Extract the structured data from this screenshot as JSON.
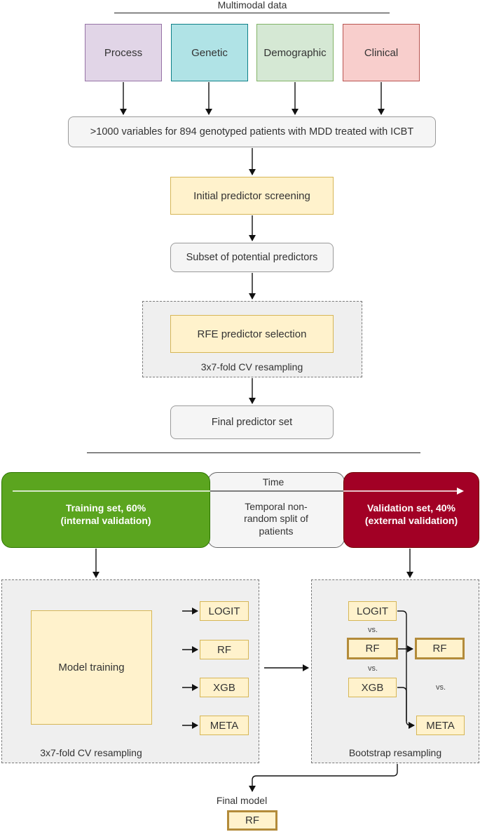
{
  "header": {
    "title": "Multimodal data"
  },
  "sources": [
    {
      "label": "Process",
      "fill": "#e1d5e7",
      "stroke": "#9673a6"
    },
    {
      "label": "Genetic",
      "fill": "#b0e3e6",
      "stroke": "#0e8088"
    },
    {
      "label": "Demographic",
      "fill": "#d5e8d4",
      "stroke": "#82b366"
    },
    {
      "label": "Clinical",
      "fill": "#f8cecc",
      "stroke": "#b85450"
    }
  ],
  "pipeline": {
    "variables": ">1000 variables for 894 genotyped patients with MDD treated with ICBT",
    "screening": "Initial predictor screening",
    "subset": "Subset of potential predictors",
    "rfe": "RFE predictor selection",
    "rfe_resampling": "3x7-fold CV resampling",
    "final_set": "Final predictor set"
  },
  "split": {
    "time_label": "Time",
    "training": "Training set, 60%\n(internal validation)",
    "middle": "Temporal non-\nrandom split of\npatients",
    "validation": "Validation set, 40%\n(external validation)",
    "training_color": "#5ba51f",
    "validation_color": "#a20025"
  },
  "training_panel": {
    "model_training": "Model training",
    "models": [
      "LOGIT",
      "RF",
      "XGB",
      "META"
    ],
    "resampling": "3x7-fold CV resampling"
  },
  "validation_panel": {
    "models": [
      "LOGIT",
      "RF",
      "XGB"
    ],
    "selected": "RF",
    "meta": "META",
    "vs_labels": [
      "vs.",
      "vs.",
      "vs."
    ],
    "resampling": "Bootstrap resampling"
  },
  "final": {
    "label": "Final model",
    "model": "RF"
  }
}
